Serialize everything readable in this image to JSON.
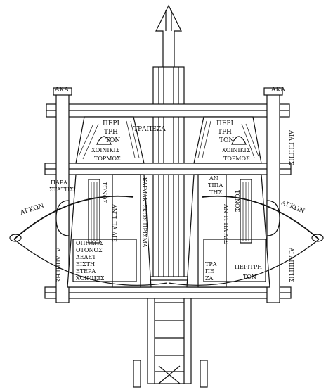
{
  "diagram": {
    "labels": {
      "top_left": "ΑΚΑ",
      "top_right": "ΑΚΑ",
      "right_upper": "ΑΙΑ ΠΗΓΗΣ",
      "left_lower": "ΑΙ ΑΠΗΓΗΣ",
      "right_lower": "ΑΙ ΑΠΗΓΗΣ",
      "periterion_left": [
        "ΠΕΡΙ",
        "ΤΡΗ",
        "ΤΟΝ"
      ],
      "periterion_right": [
        "ΠΕΡΙ",
        "ΤΡΗ",
        "ΤΟΝ"
      ],
      "trapeza_top": "ΤΡΑΠΕΖΑ",
      "choinikis_left": "ΧΟΙΝΙΚΙΣ",
      "choinikis_right": "ΧΟΙΝΙΚΙΣ",
      "tormos_left": "ΤΟΡΜΟΣ",
      "tormos_right": "ΤΟΡΜΟΣ",
      "parastatis_left": [
        "ΠΑΡΑ",
        "ΣΤΑΤΗΣ"
      ],
      "antiparastatis_right": [
        "ΑΝ",
        "ΤΙΠΑ",
        "ΤΗΣ"
      ],
      "tonos_left": "ΤΟΝΟΣ",
      "antipalis_left": "ΑΝΤΙ ΠΑ ΛΙΣ",
      "klimakiskos": "ΚΛΙΜΑΚΙΣΚΟΣ ΠΡΙΣΜΑ",
      "tonos_right": "ΤΟΝΟΣ",
      "antipalis_right": "ΑΝ ΤΙ ΠΑ ΛΙΣ",
      "ankon_left": "ΑΓΚΩΝ",
      "ankon_right": "ΑΓΚΩΝ",
      "note_lower_left": [
        "ΟΠΗΔΗΣ",
        "ΟΤΟΝΟΣ",
        "ΔΕΔΕΤ",
        "ΕΙΣΤΗ",
        "ΕΤΕΡΑ",
        "ΧΟΙΝΙΚΙΣ"
      ],
      "trapeza_lower_left": [
        "ΤΡΑ",
        "ΠΕ",
        "ΖΑ"
      ],
      "periterion_lower_right": [
        "ΠΕΡΙΤΡΗ",
        "ΤΟΝ"
      ]
    }
  }
}
